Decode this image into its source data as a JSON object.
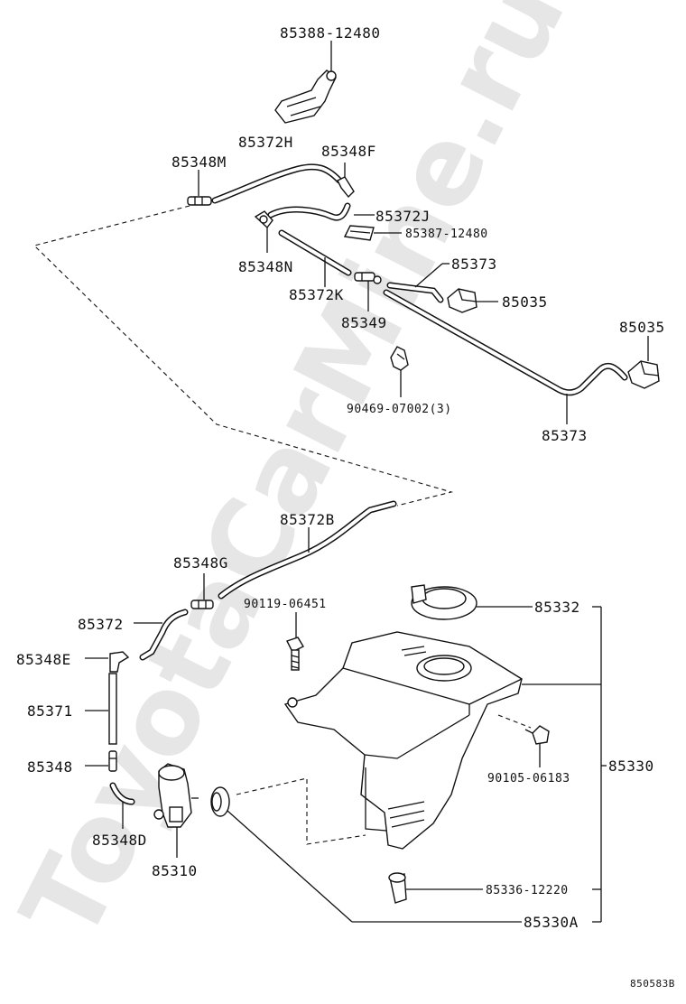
{
  "watermark": "ToyotaCarMine.ru",
  "diagram_code": "850583B",
  "labels": {
    "p85388_12480": "85388-12480",
    "p85372H": "85372H",
    "p85348F": "85348F",
    "p85348M": "85348M",
    "p85372J": "85372J",
    "p85387_12480": "85387-12480",
    "p85348N": "85348N",
    "p85373_top": "85373",
    "p85372K": "85372K",
    "p85035_a": "85035",
    "p85349": "85349",
    "p85035_b": "85035",
    "p90469_07002": "90469-07002(3)",
    "p85373_bottom": "85373",
    "p85372B": "85372B",
    "p85348G": "85348G",
    "p85372": "85372",
    "p90119_06451": "90119-06451",
    "p85332": "85332",
    "p85348E": "85348E",
    "p85371": "85371",
    "p85348": "85348",
    "p90105_06183": "90105-06183",
    "p85330": "85330",
    "p85348D": "85348D",
    "p85310": "85310",
    "p85336_12220": "85336-12220",
    "p85330A": "85330A"
  }
}
